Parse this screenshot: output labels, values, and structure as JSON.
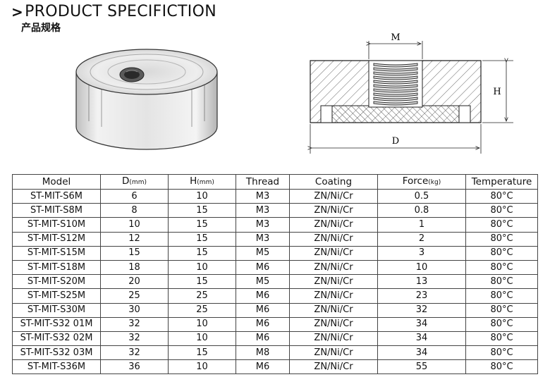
{
  "header": {
    "chevron": ">",
    "title": "PRODUCT SPECIFICTION",
    "subtitle": "产品规格"
  },
  "diagram": {
    "label_m": "M",
    "label_h": "H",
    "label_d": "D"
  },
  "table": {
    "headers": [
      {
        "label": "Model",
        "unit": ""
      },
      {
        "label": "D",
        "unit": "(mm)"
      },
      {
        "label": "H",
        "unit": "(mm)"
      },
      {
        "label": "Thread",
        "unit": ""
      },
      {
        "label": "Coating",
        "unit": ""
      },
      {
        "label": "Force",
        "unit": "(kg)"
      },
      {
        "label": "Temperature",
        "unit": ""
      }
    ],
    "rows": [
      [
        "ST-MIT-S6M",
        "6",
        "10",
        "M3",
        "ZN/Ni/Cr",
        "0.5",
        "80°C"
      ],
      [
        "ST-MIT-S8M",
        "8",
        "15",
        "M3",
        "ZN/Ni/Cr",
        "0.8",
        "80°C"
      ],
      [
        "ST-MIT-S10M",
        "10",
        "15",
        "M3",
        "ZN/Ni/Cr",
        "1",
        "80°C"
      ],
      [
        "ST-MIT-S12M",
        "12",
        "15",
        "M3",
        "ZN/Ni/Cr",
        "2",
        "80°C"
      ],
      [
        "ST-MIT-S15M",
        "15",
        "15",
        "M5",
        "ZN/Ni/Cr",
        "3",
        "80°C"
      ],
      [
        "ST-MIT-S18M",
        "18",
        "10",
        "M6",
        "ZN/Ni/Cr",
        "10",
        "80°C"
      ],
      [
        "ST-MIT-S20M",
        "20",
        "15",
        "M5",
        "ZN/Ni/Cr",
        "13",
        "80°C"
      ],
      [
        "ST-MIT-S25M",
        "25",
        "25",
        "M6",
        "ZN/Ni/Cr",
        "23",
        "80°C"
      ],
      [
        "ST-MIT-S30M",
        "30",
        "25",
        "M6",
        "ZN/Ni/Cr",
        "32",
        "80°C"
      ],
      [
        "ST-MIT-S32 01M",
        "32",
        "10",
        "M6",
        "ZN/Ni/Cr",
        "34",
        "80°C"
      ],
      [
        "ST-MIT-S32 02M",
        "32",
        "10",
        "M6",
        "ZN/Ni/Cr",
        "34",
        "80°C"
      ],
      [
        "ST-MIT-S32 03M",
        "32",
        "15",
        "M8",
        "ZN/Ni/Cr",
        "34",
        "80°C"
      ],
      [
        "ST-MIT-S36M",
        "36",
        "10",
        "M6",
        "ZN/Ni/Cr",
        "55",
        "80°C"
      ]
    ]
  }
}
